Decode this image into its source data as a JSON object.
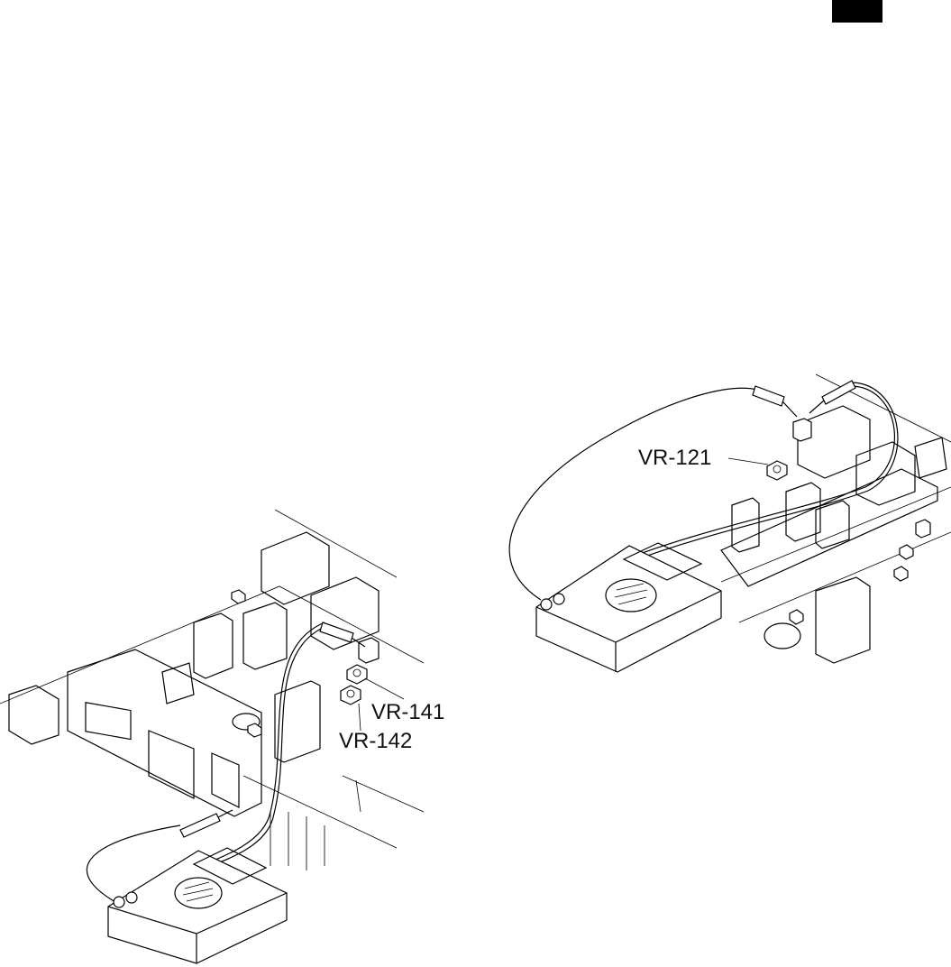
{
  "labels": {
    "vr121": "VR-121",
    "vr141": "VR-141",
    "vr142": "VR-142"
  },
  "colors": {
    "line": "#000000",
    "background": "#ffffff"
  }
}
